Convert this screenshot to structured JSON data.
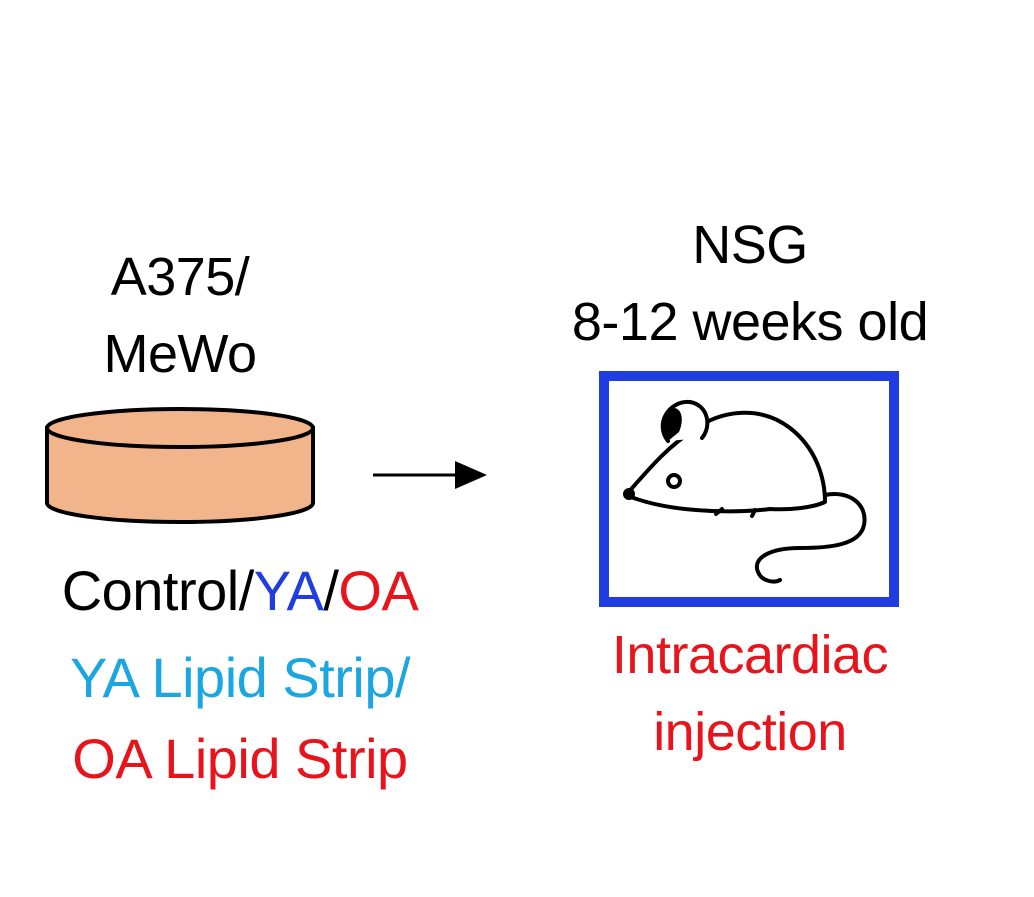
{
  "cell_line": {
    "line1": "A375/",
    "line2": "MeWo"
  },
  "conditions": {
    "control": "Control/",
    "ya": "YA",
    "slash": "/",
    "oa": "OA"
  },
  "lipid_strip": {
    "line1": "YA Lipid Strip/",
    "line2": "OA Lipid Strip"
  },
  "model": {
    "line1": "NSG",
    "line2": "8-12 weeks old"
  },
  "injection": {
    "line1": "Intracardiac",
    "line2": "injection"
  },
  "colors": {
    "dish_fill": "#F2B48B",
    "frame_blue": "#1F3DE0",
    "ya_blue": "#1F3DE0",
    "strip_cyan": "#1AA6E0",
    "red": "#E8141B"
  },
  "icons": [
    "culture-dish-icon",
    "arrow-right-icon",
    "mouse-icon"
  ]
}
